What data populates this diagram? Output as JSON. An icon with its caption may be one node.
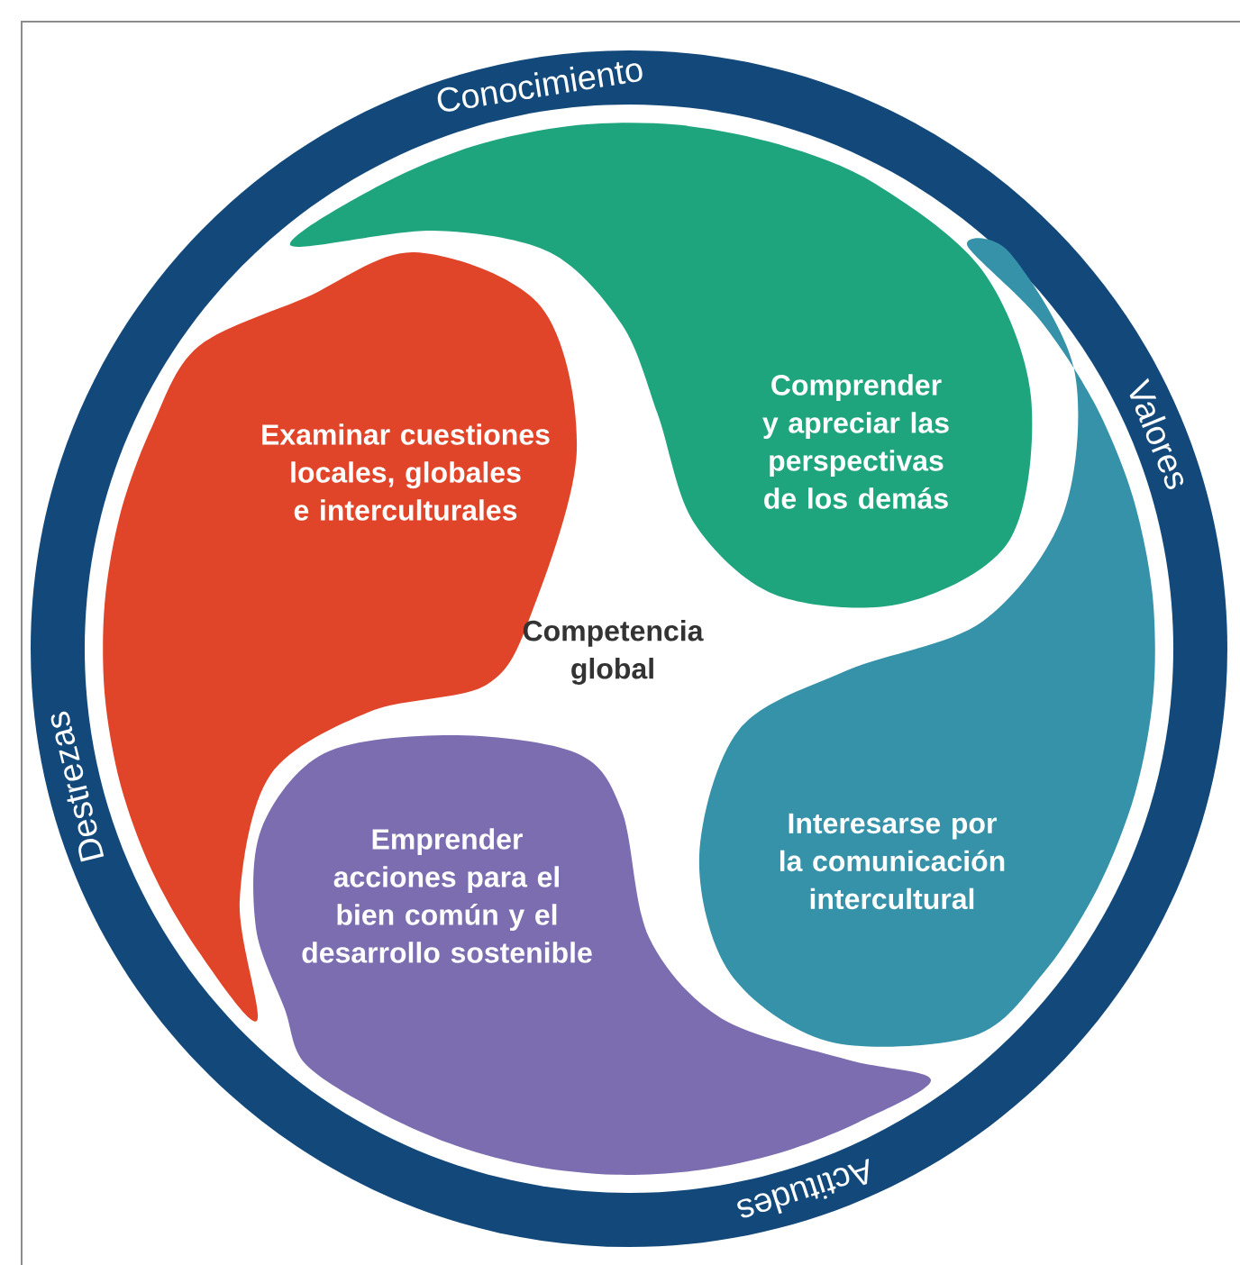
{
  "diagram": {
    "nodes": [
      {
        "text": [
          "Conocimiento",
          "Valores",
          "Actitudes",
          "Destrezas"
        ]
      },
      {
        "text": [
          "Examinar cuestiones locales, globales e interculturales"
        ],
        "in": 0
      },
      {
        "text": [
          "Comprender y apreciar las perspectivas de los demás"
        ],
        "in": 0
      },
      {
        "text": [
          "Emprender acciones para el bien común y el desarrollo sostenible"
        ],
        "in": 0
      },
      {
        "text": [
          "Interesarse por la comunicación intercultural"
        ],
        "in": 0
      }
    ],
    "labels": [
      "Competencia global"
    ]
  }
}
